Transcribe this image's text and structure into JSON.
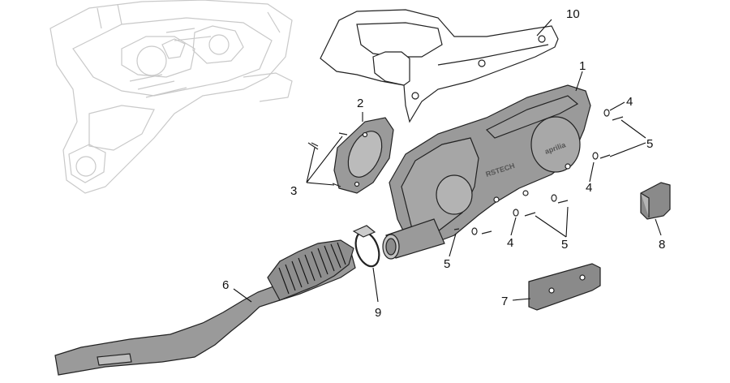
{
  "callouts": {
    "c1": "1",
    "c2": "2",
    "c3": "3",
    "c4a": "4",
    "c4b": "4",
    "c4c": "4",
    "c5a": "5",
    "c5b": "5",
    "c5c": "5",
    "c6": "6",
    "c7": "7",
    "c8": "8",
    "c9": "9",
    "c10": "10"
  },
  "markings": {
    "cover_text": "RSTECH",
    "logo_text": "aprilia"
  },
  "colors": {
    "part_fill": "#9a9a9a",
    "ghost_stroke": "#c9c9c9",
    "line": "#222222"
  }
}
